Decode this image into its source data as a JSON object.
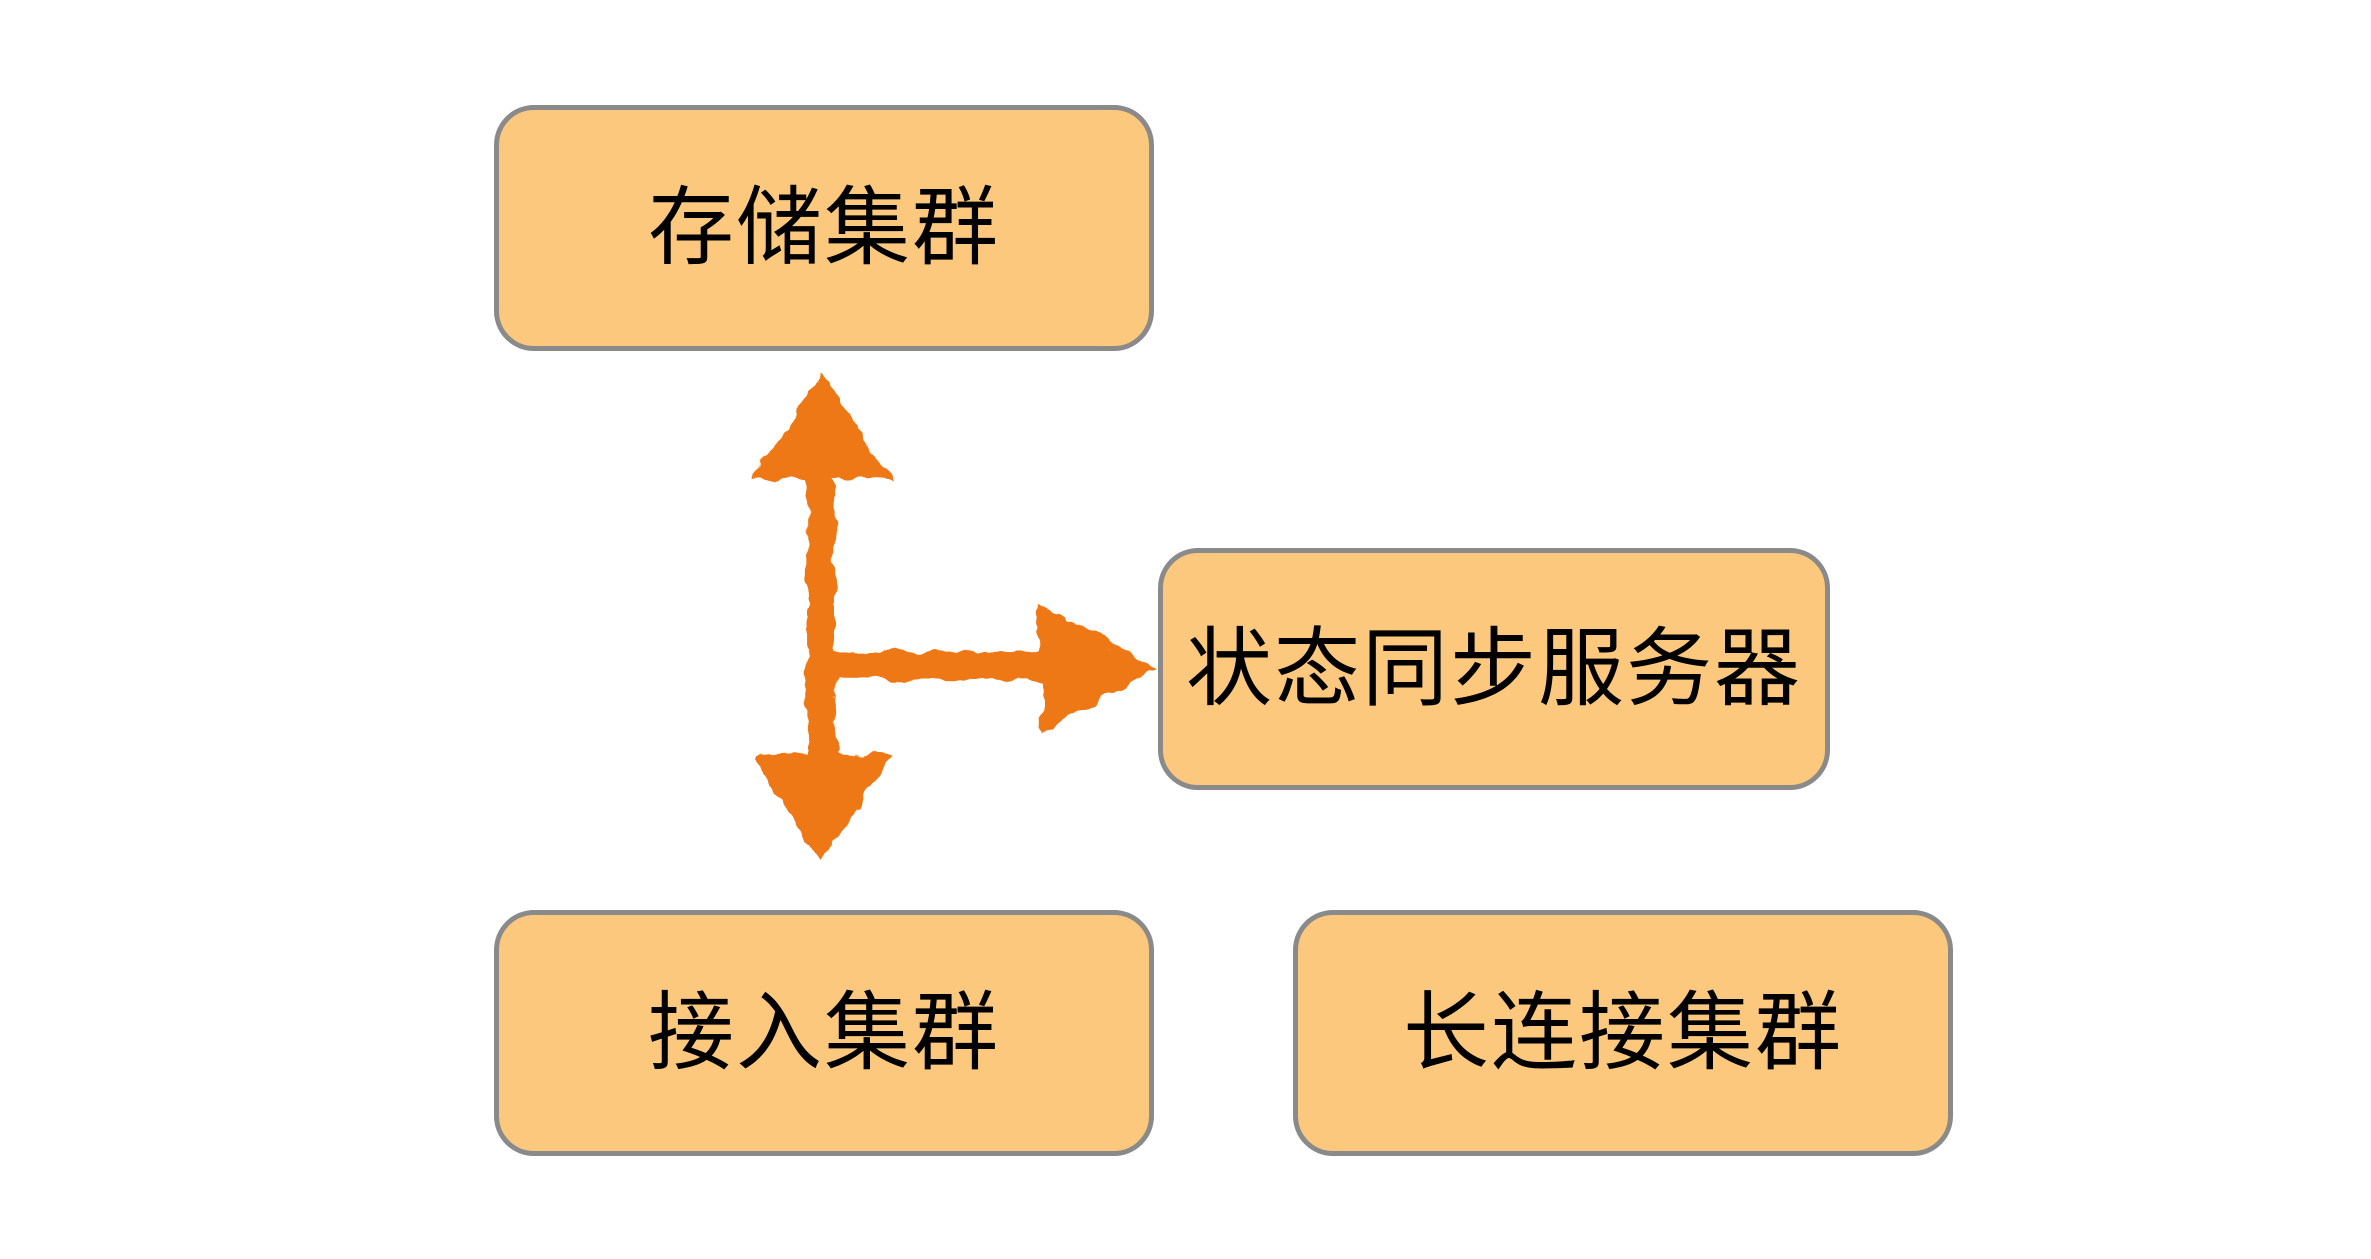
{
  "diagram": {
    "nodes": [
      {
        "id": "storage-cluster",
        "label": "存储集群"
      },
      {
        "id": "state-sync-server",
        "label": "状态同步服务器"
      },
      {
        "id": "access-cluster",
        "label": "接入集群"
      },
      {
        "id": "long-connection-cluster",
        "label": "长连接集群"
      }
    ],
    "connectors": [
      {
        "id": "vertical-double-arrow",
        "type": "double-headed",
        "between": [
          "storage-cluster",
          "access-cluster"
        ],
        "orientation": "vertical"
      },
      {
        "id": "branch-right-arrow",
        "type": "single-headed",
        "points_to": "state-sync-server",
        "orientation": "horizontal-right"
      }
    ],
    "colors": {
      "node_fill": "#fbc87d",
      "node_border": "#8a8a8a",
      "arrow": "#ee7817",
      "label": "#000000",
      "background": "#ffffff"
    }
  }
}
